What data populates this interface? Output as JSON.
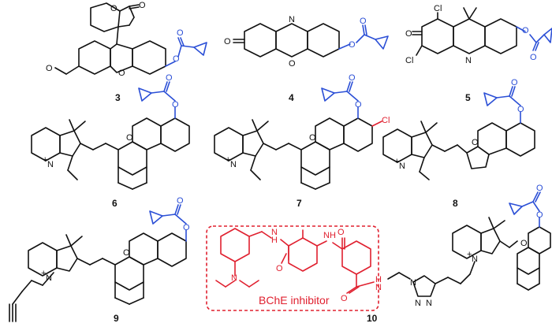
{
  "compounds": [
    {
      "id": "3",
      "label": "3"
    },
    {
      "id": "4",
      "label": "4"
    },
    {
      "id": "5",
      "label": "5"
    },
    {
      "id": "6",
      "label": "6"
    },
    {
      "id": "7",
      "label": "7"
    },
    {
      "id": "8",
      "label": "8"
    },
    {
      "id": "9",
      "label": "9"
    },
    {
      "id": "10",
      "label": "10"
    }
  ],
  "inhibitor_box": {
    "label": "BChE inhibitor"
  },
  "atoms": {
    "O": "O",
    "N": "N",
    "H": "H",
    "NH": "NH",
    "Cl": "Cl",
    "N_plus": "N",
    "plus": "+"
  },
  "colors": {
    "black": "#111111",
    "blue": "#2b4fd6",
    "red": "#e0202f"
  }
}
